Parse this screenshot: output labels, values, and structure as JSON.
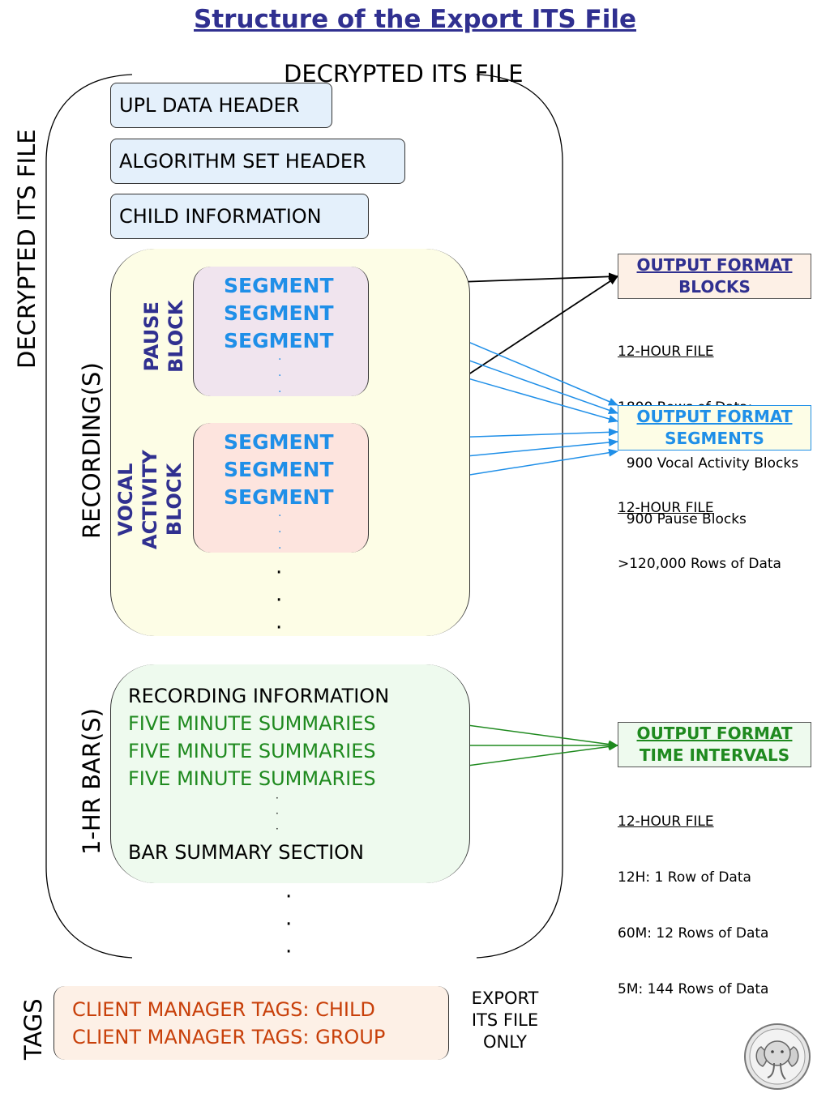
{
  "title": "Structure of the Export ITS File",
  "outer": {
    "top_label": "DECRYPTED ITS FILE",
    "side_label": "DECRYPTED ITS FILE"
  },
  "headers": [
    "UPL DATA HEADER",
    "ALGORITHM SET HEADER",
    "CHILD INFORMATION"
  ],
  "recordings": {
    "side_label": "RECORDING(S)",
    "pause_block": {
      "label_lines": [
        "PAUSE",
        "BLOCK"
      ],
      "segments": [
        "SEGMENT",
        "SEGMENT",
        "SEGMENT"
      ]
    },
    "vocal_block": {
      "label_lines": [
        "VOCAL",
        "ACTIVITY",
        "BLOCK"
      ],
      "segments": [
        "SEGMENT",
        "SEGMENT",
        "SEGMENT"
      ]
    },
    "ellipsis": [
      "·",
      "·",
      "·"
    ]
  },
  "bars": {
    "side_label": "1-HR BAR(S)",
    "recording_info": "RECORDING INFORMATION",
    "summaries": [
      "FIVE MINUTE SUMMARIES",
      "FIVE MINUTE SUMMARIES",
      "FIVE MINUTE SUMMARIES"
    ],
    "bar_summary": "BAR SUMMARY SECTION"
  },
  "outputs": {
    "blocks": {
      "line1": "OUTPUT FORMAT",
      "line2": "BLOCKS",
      "note_head": "12-HOUR FILE",
      "note_lines": [
        "1800 Rows of Data:",
        "  900 Vocal Activity Blocks",
        "  900 Pause Blocks"
      ]
    },
    "segments": {
      "line1": "OUTPUT FORMAT",
      "line2": "SEGMENTS",
      "note_head": "12-HOUR FILE",
      "note_lines": [
        ">120,000 Rows of Data"
      ]
    },
    "intervals": {
      "line1": "OUTPUT FORMAT",
      "line2": "TIME INTERVALS",
      "note_head": "12-HOUR FILE",
      "note_lines": [
        "12H: 1 Row of Data",
        "60M: 12 Rows of Data",
        "5M: 144 Rows of Data"
      ]
    }
  },
  "tags": {
    "side_label": "TAGS",
    "lines": [
      "CLIENT MANAGER TAGS: CHILD",
      "CLIENT MANAGER TAGS: GROUP"
    ]
  },
  "export_note": [
    "EXPORT",
    "ITS FILE",
    "ONLY"
  ],
  "colors": {
    "title": "#303090",
    "segment_blue": "#1f8fe8",
    "summary_green": "#1f8a1f",
    "tag_orange": "#c8400a"
  },
  "icons": [
    "elephant-logo-icon"
  ]
}
